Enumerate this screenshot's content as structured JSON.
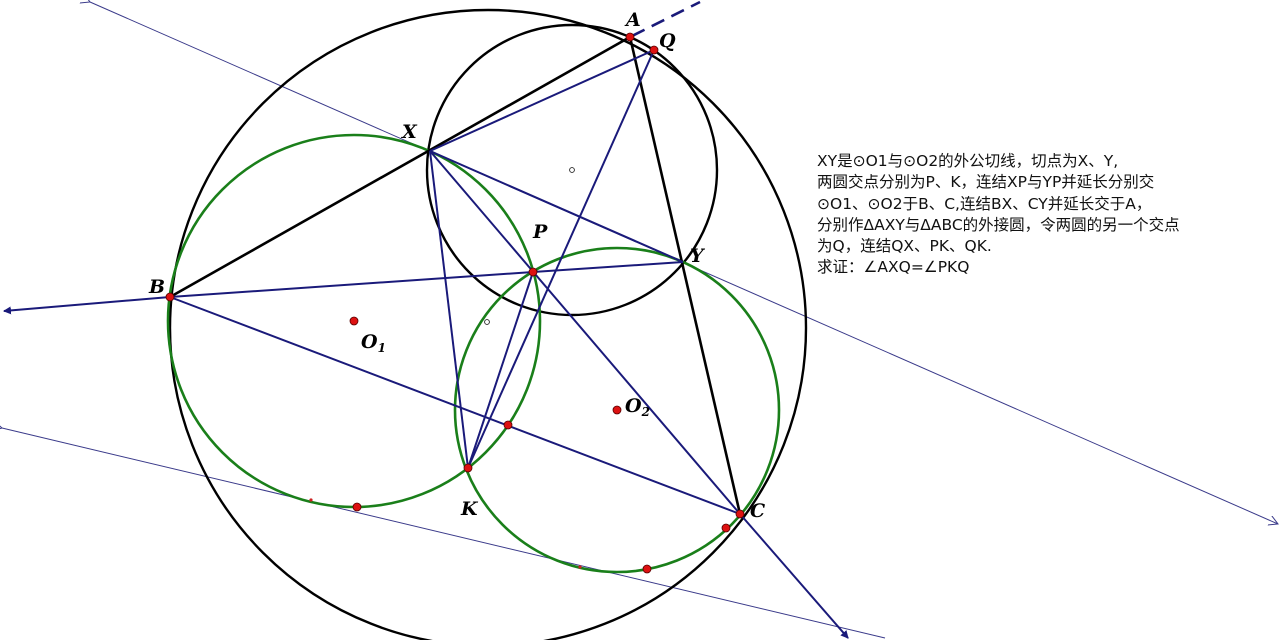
{
  "problem": {
    "lines": [
      "XY是⊙O1与⊙O2的外公切线，切点为X、Y,",
      "两圆交点分别为P、K，连结XP与YP并延长分别交",
      "⊙O1、⊙O2于B、C,连结BX、CY并延长交于A，",
      "分别作ΔAXY与ΔABC的外接圆，令两圆的另一个交点",
      "为Q，连结QX、PK、QK.",
      "求证：∠AXQ=∠PKQ"
    ]
  },
  "labels": {
    "A": "A",
    "Q": "Q",
    "X": "X",
    "Y": "Y",
    "P": "P",
    "B": "B",
    "K": "K",
    "C": "C",
    "O1": "O",
    "O1_sub": "1",
    "O2": "O",
    "O2_sub": "2"
  },
  "colors": {
    "black_line": "#000000",
    "navy_line": "#1a1a7a",
    "thin_line": "#3a3a8a",
    "green_circle": "#1a7f1a",
    "point": "#dd1111"
  }
}
